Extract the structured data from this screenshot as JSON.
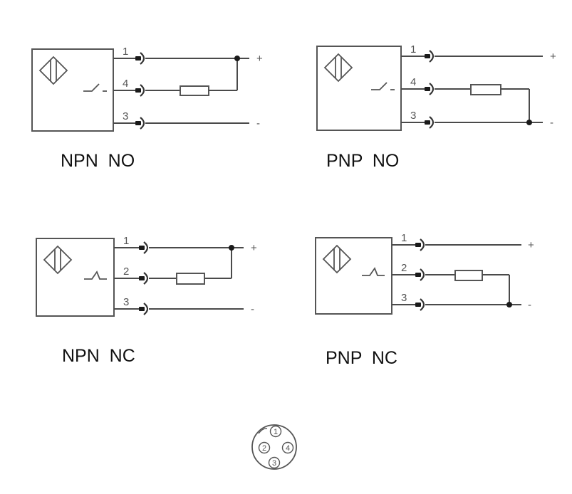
{
  "diagrams": [
    {
      "id": "npn-no",
      "title": "NPN  NO",
      "switch_type": "normally-open",
      "output_type": "NPN",
      "pins": [
        "1",
        "4",
        "3"
      ],
      "terminals": [
        "+",
        "",
        "-"
      ],
      "load_connected_between": [
        "4",
        "+"
      ]
    },
    {
      "id": "pnp-no",
      "title": "PNP  NO",
      "switch_type": "normally-open",
      "output_type": "PNP",
      "pins": [
        "1",
        "4",
        "3"
      ],
      "terminals": [
        "+",
        "",
        "-"
      ],
      "load_connected_between": [
        "4",
        "-"
      ]
    },
    {
      "id": "npn-nc",
      "title": "NPN  NC",
      "switch_type": "normally-closed",
      "output_type": "NPN",
      "pins": [
        "1",
        "2",
        "3"
      ],
      "terminals": [
        "+",
        "",
        "-"
      ],
      "load_connected_between": [
        "2",
        "+"
      ]
    },
    {
      "id": "pnp-nc",
      "title": "PNP  NC",
      "switch_type": "normally-closed",
      "output_type": "PNP",
      "pins": [
        "1",
        "2",
        "3"
      ],
      "terminals": [
        "+",
        "",
        "-"
      ],
      "load_connected_between": [
        "2",
        "-"
      ]
    }
  ],
  "pinout": {
    "pins": [
      "1",
      "2",
      "3",
      "4"
    ]
  }
}
